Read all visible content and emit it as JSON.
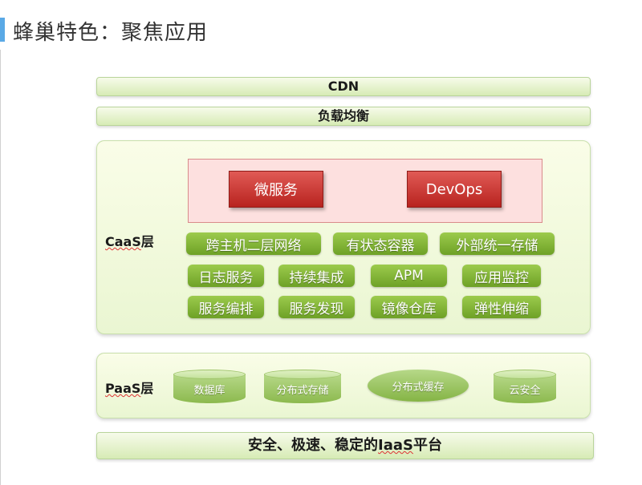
{
  "title": "蜂巢特色：聚焦应用",
  "cdn": "CDN",
  "load_balance": "负载均衡",
  "caas": {
    "label": "CaaS",
    "suffix": "层",
    "top_items": [
      "微服务",
      "DevOps"
    ],
    "row1": [
      "跨主机二层网络",
      "有状态容器",
      "外部统一存储"
    ],
    "row2": [
      "日志服务",
      "持续集成",
      "APM",
      "应用监控"
    ],
    "row3": [
      "服务编排",
      "服务发现",
      "镜像仓库",
      "弹性伸缩"
    ]
  },
  "paas": {
    "label": "PaaS",
    "suffix": "层",
    "items": [
      "数据库",
      "分布式存储",
      "分布式缓存",
      "云安全"
    ]
  },
  "iaas": {
    "prefix": "安全、极速、稳定的",
    "abbr": "IaaS",
    "suffix": "平台"
  },
  "colors": {
    "accent": "#5aa9e6",
    "red": "#c0302b",
    "green": "#7fb236",
    "panel": "#eef7d9"
  }
}
